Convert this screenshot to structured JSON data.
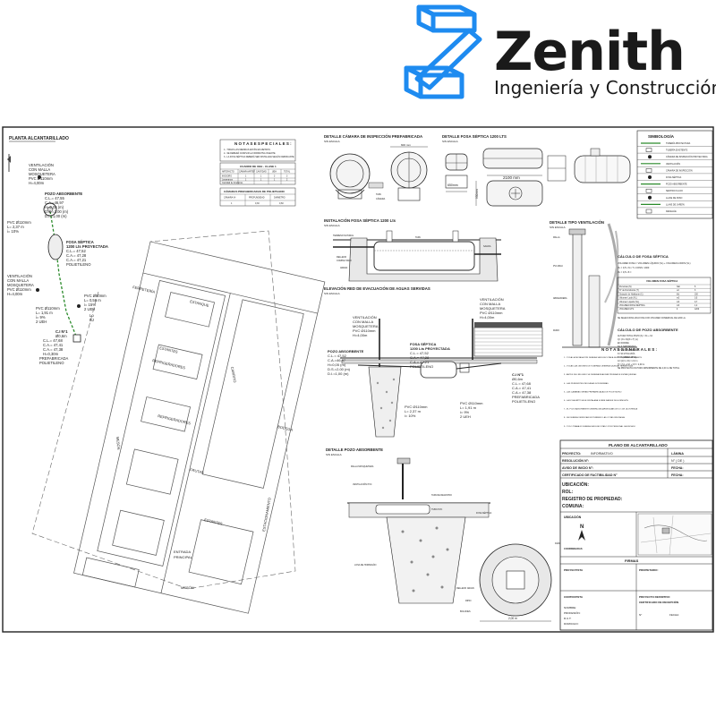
{
  "brand": {
    "name": "Zenith",
    "tagline": "Ingeniería y Construcción",
    "color": "#1e8bf0"
  },
  "plan": {
    "title": "PLANTA ALCANTARILLADO",
    "labels": {
      "vent_top": [
        "VENTILACIÓN",
        "CON MALLA",
        "MOSQUETERA",
        "PVC Ø110mm",
        "H=4,00m"
      ],
      "pozo": [
        "POZO ABSORBENTE",
        "C.L.= 47,55",
        "C.A.=46,97",
        "H=0,05 (m)",
        "D.S.=2,00 (m)",
        "D.I.=1,00 (m)"
      ],
      "pvc_top": [
        "PVC Ø110mm",
        "L= 2,37 m",
        "i= 10%"
      ],
      "fosa": [
        "FOSA SÉPTICA",
        "1200 Lts PROYECTADA",
        "C.L.= 47,52",
        "C.A.= 47,28",
        "C.A.= 47,21",
        "POLIETILENO"
      ],
      "vent_mid": [
        "VENTILACIÓN",
        "CON MALLA",
        "MOSQUETERA",
        "PVC Ø110mm",
        "H=4,00m"
      ],
      "pvc_mid": [
        "PVC Ø110mm",
        "L= 1,91 m",
        "i= 9%",
        "2 UEH"
      ],
      "pvc_right": [
        "PVC Ø50mm",
        "L= 0,56 m",
        "i= 15%",
        "2 UEH"
      ],
      "lo": [
        "Lo",
        "BJ"
      ],
      "cam": [
        "C.I N°1",
        "Ø0,6m",
        "C.L.= 47,68",
        "C.A.= 47,41",
        "C.A.= 47,38",
        "H=0,30m",
        "PREFABRICADA",
        "POLIETILENO"
      ]
    },
    "rooms": {
      "ferreteria": "FERRETERÍA",
      "estantes1": "ESTANTES",
      "refri1": "REFRIGERADORES",
      "refri2": "REFRIGERADORES",
      "frutas": "FRUTAS",
      "estantes2": "ESTANTES",
      "bodega": "BODEGA",
      "entrada": [
        "ENTRADA",
        "PRINCIPAL"
      ],
      "meson": "MESÓN",
      "estanque": "ESTANQUE",
      "carrito": "CARRITO",
      "meson_side": "MESÓN",
      "estacionamiento": "ESTACIONAMIENTO"
    }
  },
  "notas_especiales": {
    "title": "N O T A S   E S P E C I A L E S :",
    "lines": [
      "1.- TODAS LAS MEDIDAS ESTÁN EN METROS",
      "2.- SE DEBERÁ CUMPLIR LA NORMATIVA VIGENTE",
      "3.- LA FOSA SÉPTICA DEBERÁ SER INSTALADA SEGÚN FABRICANTE"
    ],
    "table_title": "CUADRO DE UEH - CLASE 1",
    "cols": [
      "ARTEFACTO",
      "CÁMARA/ARTEF",
      "CANTIDAD",
      "UEH",
      "TOTAL"
    ],
    "rows": [
      [
        "INODORO",
        "1",
        "1",
        "3",
        "3"
      ],
      [
        "Lavamanos",
        "1",
        "1",
        "1",
        "2"
      ]
    ],
    "total_label": "Cantidad de Artefactos"
  },
  "camaras": {
    "title": "CÁMARAS PREFABRICADAS DE POLIETILENO",
    "cols": [
      "CÁMARA Nº",
      "PROFUNDIDAD",
      "DIÁMETRO"
    ],
    "row": [
      "1",
      "0,30",
      "0,60"
    ]
  },
  "detalle_camara": {
    "title": "DETALLE CÁMARA DE INSPECCIÓN PREFABRICADA",
    "sub": "SIN ESCALA",
    "dim": "600 mm"
  },
  "detalle_fosa": {
    "title": "DETALLE FOSA SÉPTICA 1200 LTS",
    "sub": "SIN ESCALA",
    "dim_w": "2100 mm",
    "dim_h": "650mm",
    "dim_v": "950mm"
  },
  "simbologia": {
    "title": "SIMBOLOGÍA",
    "items": [
      "TUBERÍA PROYECTADA",
      "TUBERÍA EXISTENTE",
      "CÁMARA DE INSPECCIÓN PROYECTADA",
      "VENTILACIÓN",
      "CÁMARA DE INSPECCIÓN",
      "FOSA SÉPTICA",
      "POZO ABSORBENTE",
      "SENTIDO FLUJO",
      "LLAVE DE PASO",
      "LLAVE DE JARDÍN",
      "DESAGÜE"
    ]
  },
  "instalacion_fosa": {
    "title": "INSTALACIÓN FOSA SÉPTICA 1200 Lts",
    "sub": "SIN ESCALA"
  },
  "detalle_ventilacion": {
    "title": "DETALLE TIPO VENTILACIÓN",
    "sub": "SIN ESCALA"
  },
  "calculo_fosa": {
    "title": "CÁLCULO DE FOSA SÉPTICA",
    "lines": [
      "VOLUMEN FOSA = VOLUMEN LÍQUIDO (VL) + VOLUMEN LODOS (VL)",
      "VL = 0,5 x N x T x CONS / 1000",
      "VL = 0,5 x 8 ="
    ],
    "table_title": "VOLUMEN FOSA SÉPTICA",
    "rows": [
      [
        "Personas (N)",
        "hab",
        "6"
      ],
      [
        "N° de Dormitorios (T)",
        "ud",
        "3"
      ],
      [
        "Dotación de Habitante (C)",
        "lt/d",
        "150"
      ],
      [
        "Volumen Lodo (VL)",
        "m3",
        "0,5"
      ],
      [
        "Volumen Líquido (VL)",
        "m3",
        "0,7"
      ],
      [
        "VOLUMEN FOSA SÉPTICA",
        "m3",
        "1,2"
      ],
      [
        "VOLUMEN LTS",
        "lt",
        "1200"
      ]
    ],
    "note": "SE SELECCIONA UNA FOSA CON VOLUMEN COMERCIAL DE 1200 Lts"
  },
  "calculo_pozo": {
    "title": "CÁLCULO DE POZO ABSORBENTE",
    "lines": [
      "ALTURA TOTAL POZO (h) = h1 + h2",
      "Q= (N x D)/(K x T) (L)",
      "EN DONDE:",
      "N= 6 HABITANTES",
      "D= 150 LTS/HAB/DÍA",
      "K= 90 LTS/m²/DÍA",
      "T= 5 (ARENA FINA)",
      "A= Q/(π x D) = 2,0 m",
      "H = (h1 + h2) + 0,5 = 2,00 m",
      "SE PROYECTA UN POZO ABSORBENTE DE 2,00 m DE TOTAL"
    ]
  },
  "elevacion": {
    "title": "ELEVACIÓN RED DE EVACUACIÓN DE AGUAS SERVIDAS",
    "sub": "SIN ESCALA",
    "vent_left": [
      "VENTILACIÓN",
      "CON MALLA",
      "MOSQUETERA",
      "PVC Ø110mm",
      "H=4,00m"
    ],
    "vent_right": [
      "VENTILACIÓN",
      "CON MALLA",
      "MOSQUETERA",
      "PVC Ø110mm",
      "H=4,00m"
    ],
    "pozo": [
      "POZO ABSORBENTE",
      "C.L.= 47,52",
      "C.A.=46,97",
      "H=0,05 (m)",
      "D.S.=2,00 (m)",
      "D.I.=1,00 (m)"
    ],
    "fosa": [
      "FOSA SÉPTICA",
      "1200 Lts PROYECTADA",
      "C.L.= 47,52",
      "C.A.= 47,28",
      "C.A.= 47,21",
      "POLIETILENO"
    ],
    "pvc1": [
      "PVC Ø110mm",
      "L= 2,37 m",
      "i= 10%"
    ],
    "pvc2": [
      "PVC Ø110mm",
      "L= 1,91 m",
      "i= 9%",
      "2 UEH"
    ],
    "cam": [
      "C.I N°1",
      "Ø0,6m",
      "C.L.= 47,68",
      "C.A.= 47,41",
      "C.A.= 47,38",
      "PREFABRICADA",
      "POLIETILENO"
    ]
  },
  "notas_generales": {
    "title": "N O T A S   G E N E R A L E S :",
    "lines": [
      "1.- TODA LA INSTALACIÓN DEBERÁ SER EJECUTADA SEGÚN NORMATIVA VIGENTE",
      "2.- TODAS LAS UNIONES DE TUBERÍAS DEBERÁN QUEDAR HERMÉTICAS",
      "3.- ANTES DEL RELLENO SE DEBERÁ REALIZAR PRUEBA DE ESTANQUEIDAD",
      "4.- LAS PENDIENTES INDICADAS SON MÍNIMAS",
      "5.- LAS CÁMARAS SERÁN PREFABRICADAS DE POLIETILENO",
      "6.- LA FOSA SÉPTICA SE INSTALARÁ SOBRE RADIER DE HORMIGÓN",
      "7.- EL POZO ABSORBENTE DEBERÁ UBICARSE A MÁS DE 5 m DE LA VIVIENDA",
      "8.- SE DEBERÁ VERIFICAR EN TERRENO LAS COTAS INDICADAS",
      "9.- TODO TRABAJO DEBERÁ SER EJECUTADO POR PERSONAL CALIFICADO"
    ]
  },
  "detalle_pozo": {
    "title": "DETALLE POZO ABSORBENTE",
    "sub": "SIN ESCALA",
    "labels": [
      "MALLA MOSQUETERA",
      "VENTILACIÓN PVC",
      "TAPA DE REGISTRO",
      "TUBO PVC",
      "LOSA DE HORMIGÓN",
      "FOSA SÉPTICA",
      "RELLENO GRAVA",
      "RIPIO",
      "BOLONES",
      "DIÁMETRO EXTERIOR"
    ],
    "dim": "2,00 m"
  },
  "rotulo": {
    "plano": "PLANO DE ALCANTARILLADO",
    "proyecto": "PROYECTO:",
    "proyecto_val": "INFORMATIVO",
    "lamina": "LÁMINA",
    "resolucion": "RESOLUCIÓN N°:",
    "lamina_val": "N° ( DE )",
    "aviso": "AVISO DE INICIO N°:",
    "fecha1": "FECHA:",
    "certificado": "CERTIFICADO DE FACTIBILIDAD N°",
    "fecha2": "FECHA:",
    "ubicacion": "UBICACIÓN:",
    "rol": "ROL:",
    "registro": "REGISTRO DE PROPIEDAD:",
    "comuna": "COMUNA:",
    "ubic_box": "UBICACIÓN",
    "norte": "N",
    "coordenadas": "COORDENADAS",
    "firmas": "FIRMAS",
    "propietario": "PROPIETARIO:",
    "proyectista": "PROYECTISTA",
    "contratista": "CONTRATISTA",
    "proyecto_def": "PROYECTO DEFINITIVO",
    "certificado_rec": "CERTIFICADO DE RECEPCIÓN",
    "nombre": "NOMBRE:",
    "profesion": "PROFESIÓN:",
    "rut": "R.U.T:",
    "domicilio": "DOMICILIO:",
    "num": "N°",
    "fecha3": "FECHA:"
  }
}
